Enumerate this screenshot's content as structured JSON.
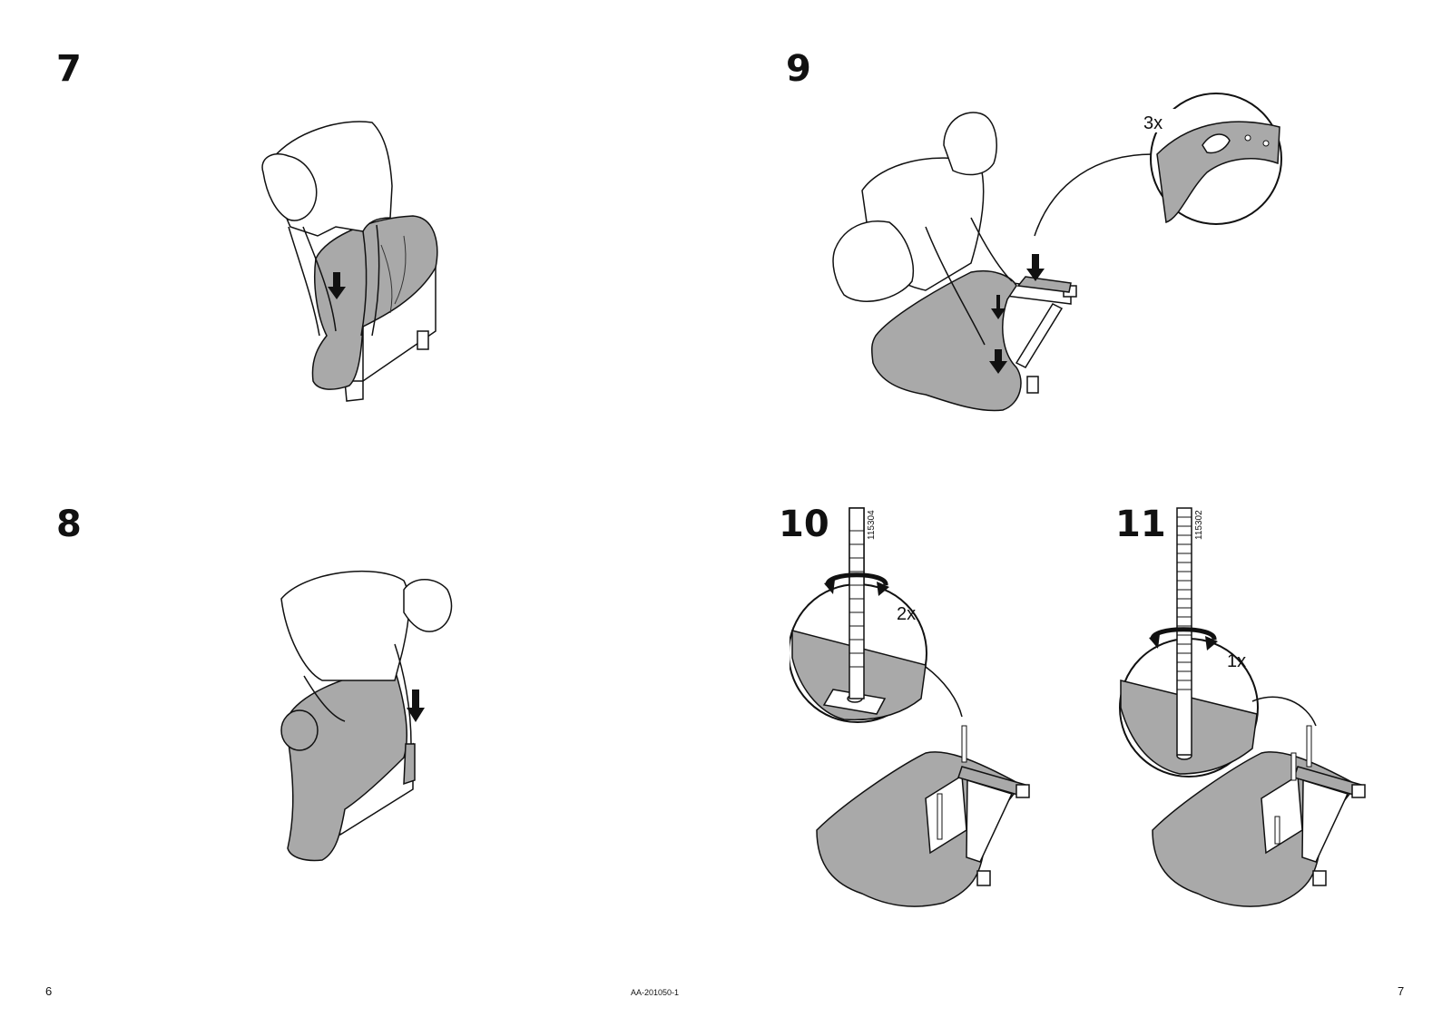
{
  "steps": [
    {
      "number": "7"
    },
    {
      "number": "8"
    },
    {
      "number": "9",
      "quantity": "3x"
    },
    {
      "number": "10",
      "part_number": "115304",
      "turns": "2x"
    },
    {
      "number": "11",
      "part_number": "115302",
      "turns": "1x"
    }
  ],
  "footer": {
    "left_page": "6",
    "document_id": "AA-201050-1",
    "right_page": "7"
  },
  "colors": {
    "fabric_gray": "#a9a9a9",
    "line": "#111111",
    "background": "#ffffff"
  }
}
